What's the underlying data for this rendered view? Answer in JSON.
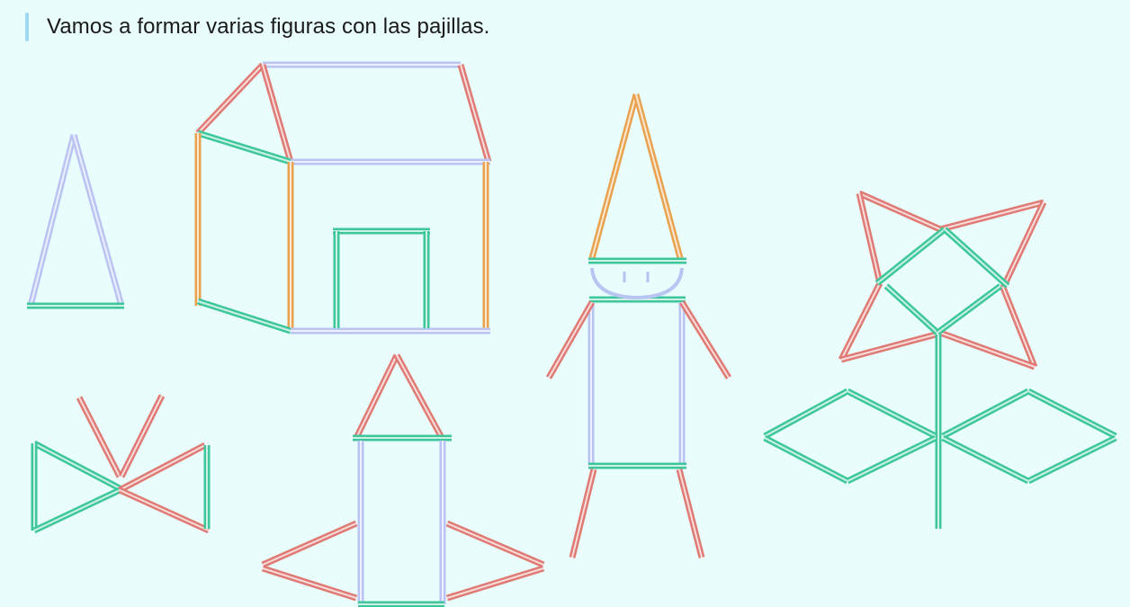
{
  "instruction": "Vamos a formar varias figuras con las pajillas.",
  "colors": {
    "background": "#e8fdfc",
    "accent_bar": "#9fd8ef",
    "straw_red": "#e07a74",
    "straw_green": "#3fc79c",
    "straw_lavender": "#b9c4f2",
    "straw_orange": "#e9a24e"
  },
  "figures": [
    "triangle",
    "house",
    "rocket",
    "bow",
    "robot",
    "flower"
  ]
}
